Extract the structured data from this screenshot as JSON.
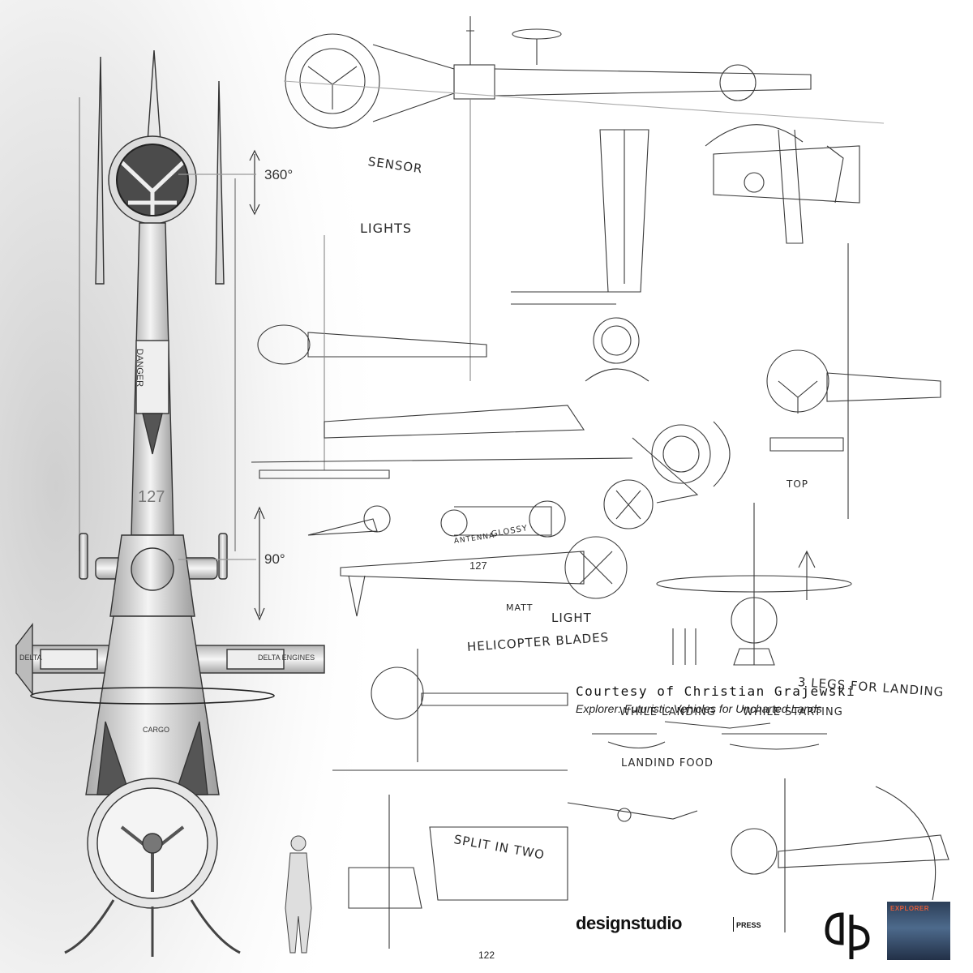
{
  "dimensions": {
    "rotation_top": "360°",
    "rotation_mid": "90°"
  },
  "vehicle_markings": {
    "number": "127",
    "number_small": "127",
    "warning": "DANGER",
    "engine_left": "DELTA",
    "engine_right": "DELTA ENGINES",
    "cargo_label": "CARGO"
  },
  "annotations": {
    "sensor": "SENSOR",
    "lights": "LIGHTS",
    "top": "TOP",
    "antenna": "ANTENNA",
    "glossy": "GLOSSY",
    "matt": "MATT",
    "light": "LIGHT",
    "helicopter_blades": "HELICOPTER BLADES",
    "legs_for_landing": "3 LEGS FOR LANDING",
    "while_landing": "WHILE LANDING",
    "while_starting": "WHILE STARTING",
    "landing_food": "LANDIND FOOD",
    "split_in_two": "SPLIT IN TWO"
  },
  "credit": {
    "courtesy": "Courtesy of Christian Grajewski",
    "book_title": "Explorer: Futuristic Vehicles for Uncharted Lands",
    "publisher": "designstudio",
    "publisher_suffix": "PRESS",
    "cover_title": "EXPLORER"
  },
  "page_number": "122"
}
